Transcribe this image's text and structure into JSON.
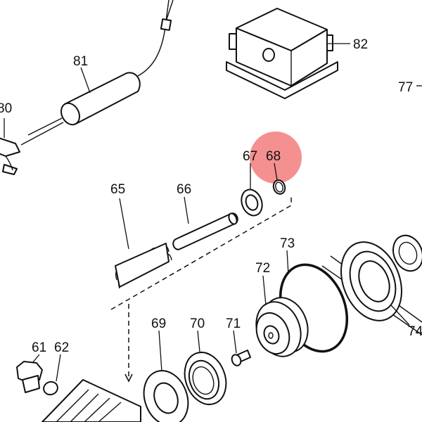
{
  "diagram": {
    "callouts": [
      "81",
      "82",
      "80",
      "77",
      "67",
      "68",
      "65",
      "66",
      "73",
      "72",
      "69",
      "70",
      "71",
      "61",
      "62",
      "74"
    ]
  },
  "highlight": {
    "color": "#f26b6b",
    "target": "68"
  }
}
